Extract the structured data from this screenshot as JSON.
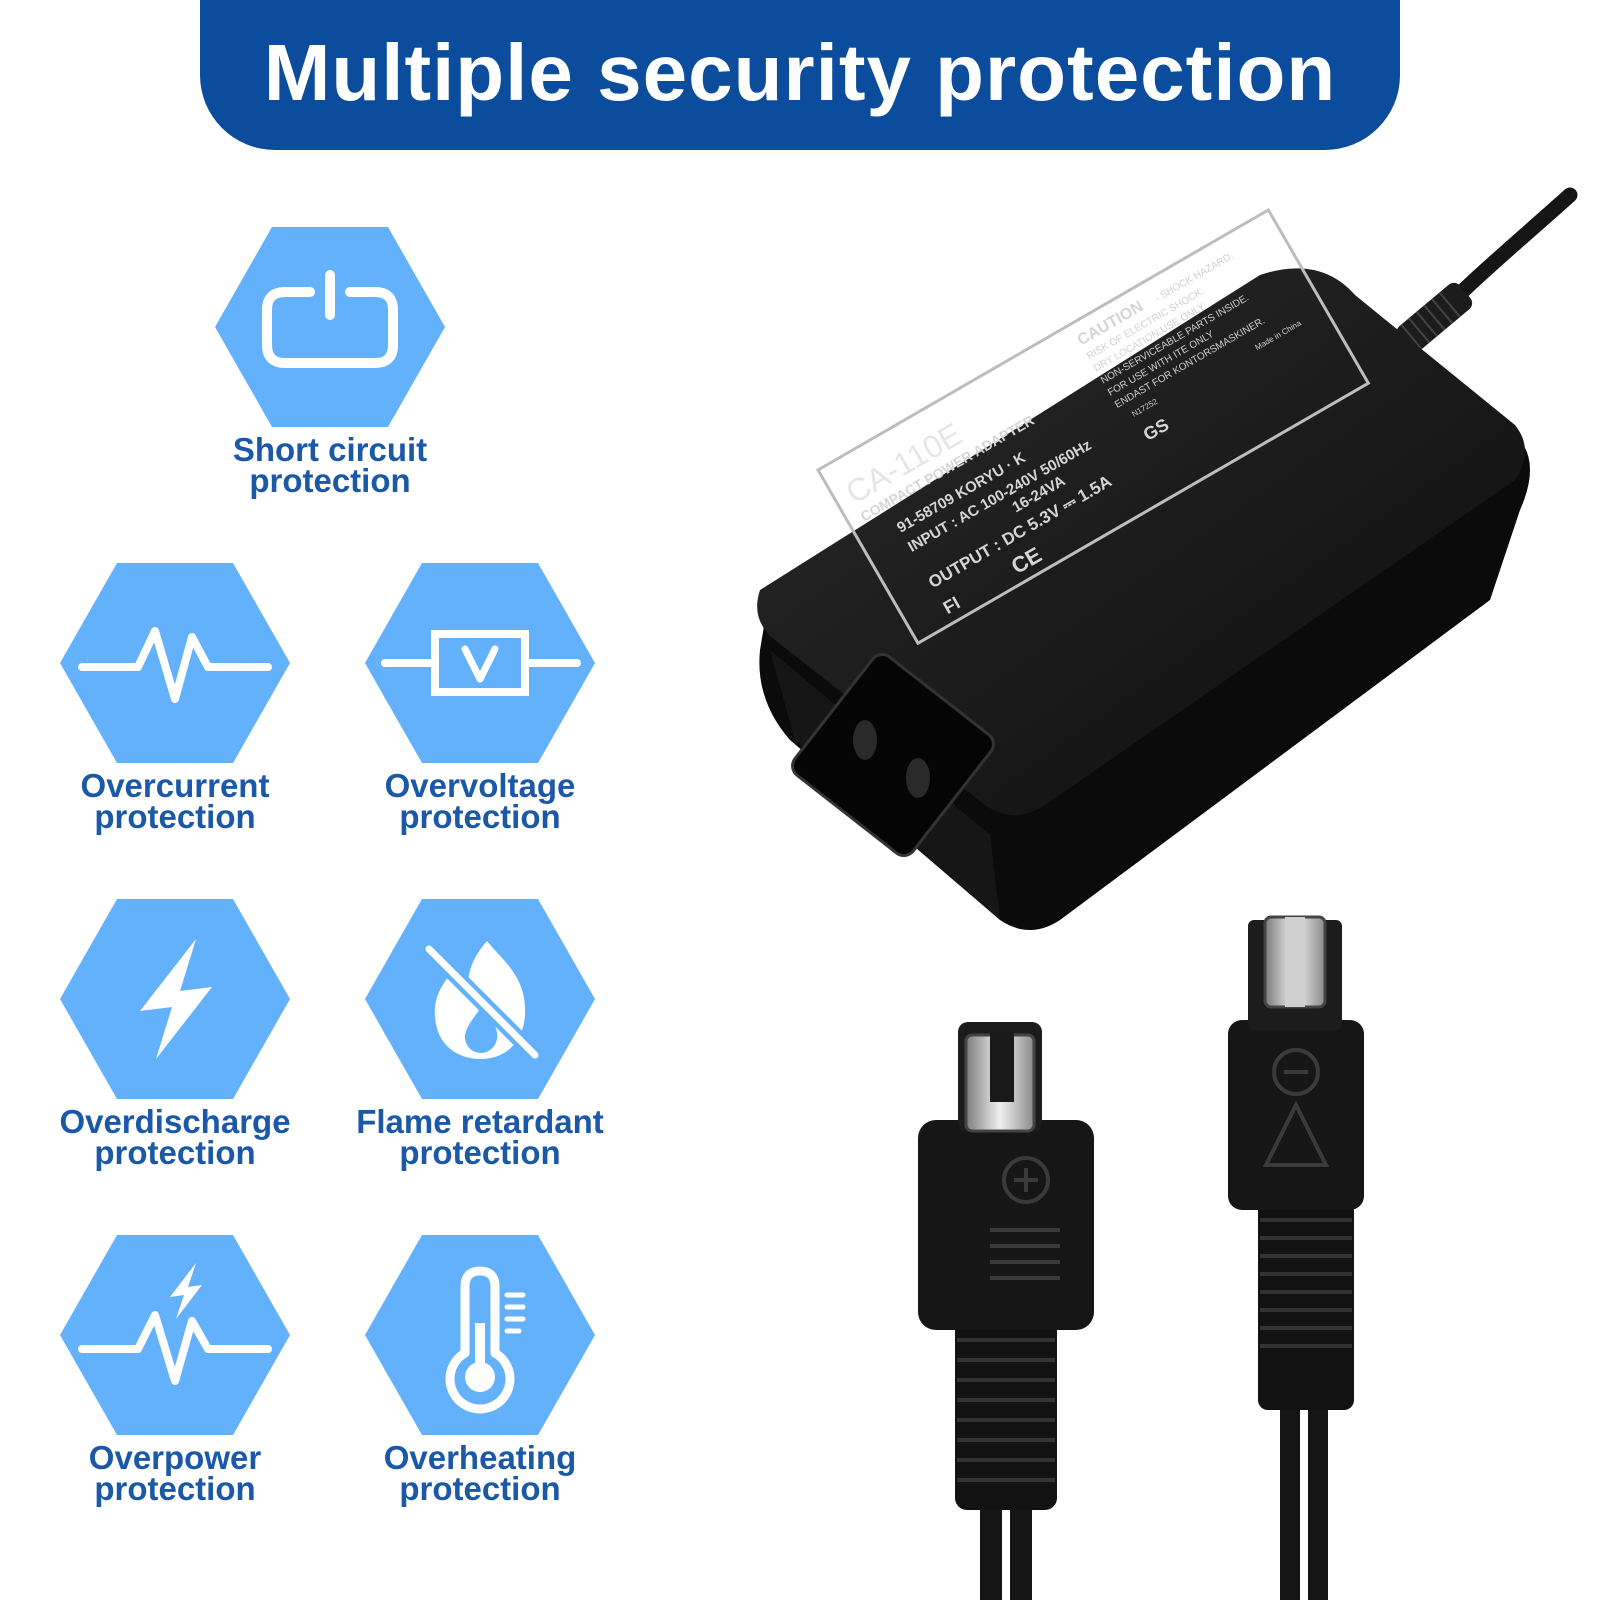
{
  "banner": {
    "title": "Multiple security protection"
  },
  "colors": {
    "banner": "#0b4c9c",
    "hexagon": "#64b1fb",
    "label": "#1b58a8",
    "adapter": "#151515"
  },
  "features": [
    {
      "icon": "battery-power-icon",
      "line1": "Short circuit",
      "line2": "protection"
    },
    {
      "icon": "pulse-wave-icon",
      "line1": "Overcurrent",
      "line2": "protection"
    },
    {
      "icon": "voltage-box-icon",
      "line1": "Overvoltage",
      "line2": "protection"
    },
    {
      "icon": "lightning-bolt-icon",
      "line1": "Overdischarge",
      "line2": "protection"
    },
    {
      "icon": "no-flame-icon",
      "line1": "Flame retardant",
      "line2": "protection"
    },
    {
      "icon": "pulse-lightning-icon",
      "line1": "Overpower",
      "line2": "protection"
    },
    {
      "icon": "thermometer-icon",
      "line1": "Overheating",
      "line2": "protection"
    }
  ],
  "adapter_label": {
    "model": "CA-110E",
    "subtitle": "COMPACT POWER ADAPTER",
    "code": "91-58709  KORYU · K",
    "input": "INPUT : AC 100-240V 50/60Hz",
    "va": "16-24VA",
    "output": "OUTPUT : DC 5.3V ⎓ 1.5A",
    "caution": "CAUTION",
    "shock": "- SHOCK HAZARD.",
    "warn1": "RISK OF ELECTRIC SHOCK.",
    "warn2": "DRY LOCATION USE ONLY.",
    "warn3": "NON-SERVICEABLE PARTS INSIDE.",
    "warn4": "FOR USE WITH ITE ONLY",
    "warn5": "ENDAST FOR KONTORSMASKINER.",
    "made_in": "Made in China",
    "ce_mark": "CE",
    "fi_mark": "FI",
    "gs_mark": "GS",
    "n_mark": "N17252"
  }
}
